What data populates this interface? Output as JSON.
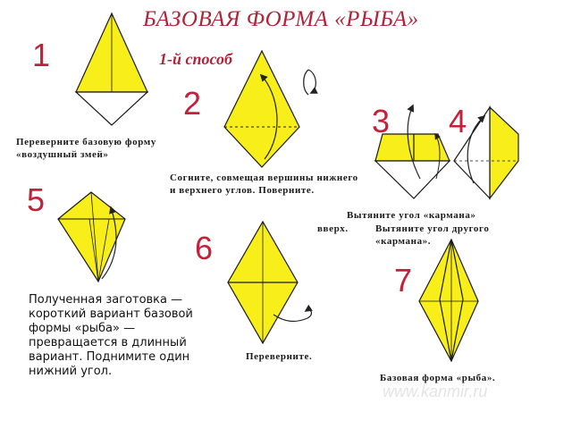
{
  "header": {
    "title": "БАЗОВАЯ ФОРМА «РЫБА»",
    "subtitle": "1-й способ"
  },
  "steps": {
    "n1": "1",
    "n2": "2",
    "n3": "3",
    "n4": "4",
    "n5": "5",
    "n6": "6",
    "n7": "7"
  },
  "captions": {
    "step1": "Переверните базовую форму «воздушный змей»",
    "step2": "Согните, совмещая вершины нижнего и верхнего углов. Поверните.",
    "step3_line1": "Вытяните угол «кармана»",
    "step3_line2": "вверх.",
    "step4": "Вытяните угол другого «кармана».",
    "step5": "Полученная заготовка — короткий вариант базовой формы «рыба» — превращается в длинный вариант. Поднимите один нижний угол.",
    "step6": "Переверните.",
    "step7": "Базовая форма «рыба»."
  },
  "watermark": "www.kanmir.ru",
  "colors": {
    "paper_yellow": "#f7ee1a",
    "outline": "#1a1a1a",
    "number_red": "#c2213a",
    "title_red": "#b0243a",
    "arrow": "#222222"
  }
}
